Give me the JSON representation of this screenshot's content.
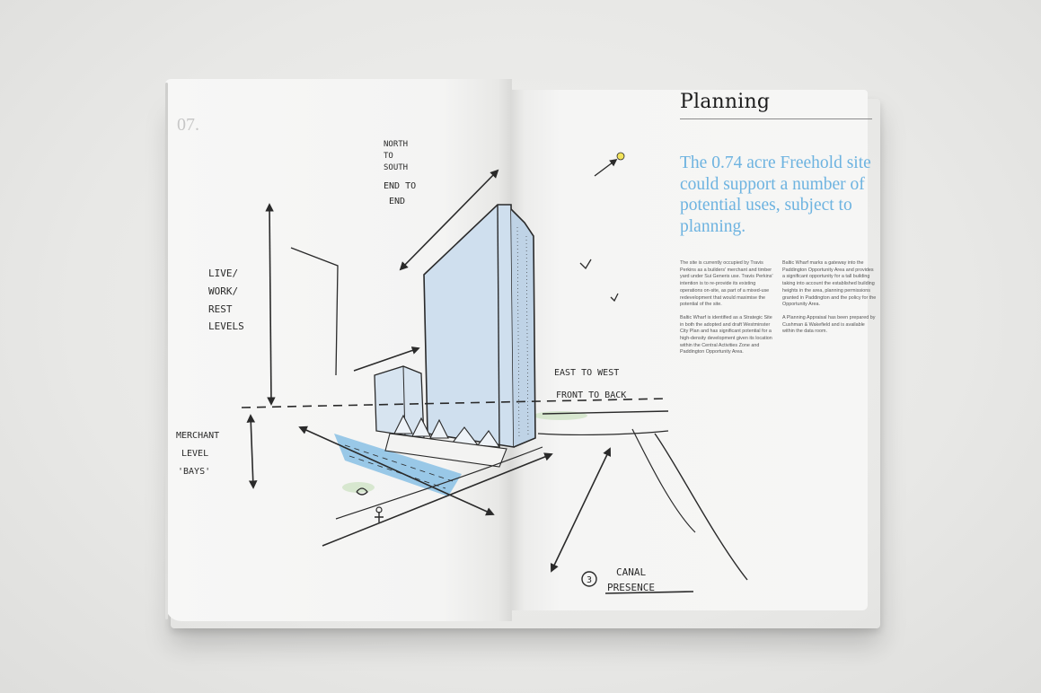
{
  "page_number": "07.",
  "section_title": "Planning",
  "headline": "The 0.74 acre Freehold site could support a number of potential uses, subject to planning.",
  "body": {
    "column_1": [
      "The site is currently occupied by Travis Perkins as a builders' merchant and timber yard under Sui Generis use. Travis Perkins' intention is to re-provide its existing operations on-site, as part of a mixed-use redevelopment that would maximise the potential of the site.",
      "Baltic Wharf is identified as a Strategic Site in both the adopted and draft Westminster City Plan and has significant potential for a high-density development given its location within the Central Activities Zone and Paddington Opportunity Area."
    ],
    "column_2": [
      "Baltic Wharf marks a gateway into the Paddington Opportunity Area and provides a significant opportunity for a tall building taking into account the established building heights in the area, planning permissions granted in Paddington and the policy for the Opportunity Area.",
      "A Planning Appraisal has been prepared by Cushman & Wakefield and is available within the data room."
    ]
  },
  "sketch_annotations": {
    "north_to_south": [
      "NORTH",
      "TO",
      "SOUTH"
    ],
    "end_to_end": [
      "END TO",
      "END"
    ],
    "live_work_rest": [
      "LIVE/",
      "WORK/",
      "REST",
      "LEVELS"
    ],
    "merchant_level": [
      "MERCHANT",
      "LEVEL",
      "'BAYS'"
    ],
    "east_to_west": "EAST TO WEST",
    "front_to_back": "FRONT TO BACK",
    "canal_number": "3",
    "canal_presence": [
      "CANAL",
      "PRESENCE"
    ]
  },
  "colors": {
    "accent_blue": "#6db3e0",
    "building_fill": "#cfdfee",
    "canal_fill": "#8fc3e6",
    "ink": "#2a2a2a"
  }
}
